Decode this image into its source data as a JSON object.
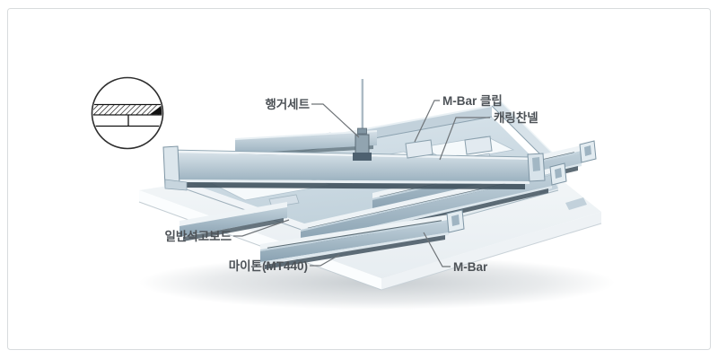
{
  "figure": {
    "type": "ceiling-system-assembly-diagram",
    "labels": {
      "hanger_set": "행거세트",
      "mbar_clip": "M-Bar 클립",
      "carrying_channel": "캐링찬넬",
      "gypsum_board": "일반석고보드",
      "miton": "마이톤(MT440)",
      "mbar": "M-Bar"
    },
    "icons": [
      {
        "name": "section-detail-icon",
        "description": "circular cross-section detail with hatched board layers"
      }
    ],
    "colors": {
      "background": "#ffffff",
      "page_border": "#d8dbdd",
      "label_text": "#4d5257",
      "leader_line": "#6f7478",
      "steel_light": "#eef3f6",
      "steel_mid": "#c6d4de",
      "steel_dark": "#8ea6b5",
      "slot_shadow": "#3f515d",
      "board_white": "#f6f9fa"
    }
  }
}
